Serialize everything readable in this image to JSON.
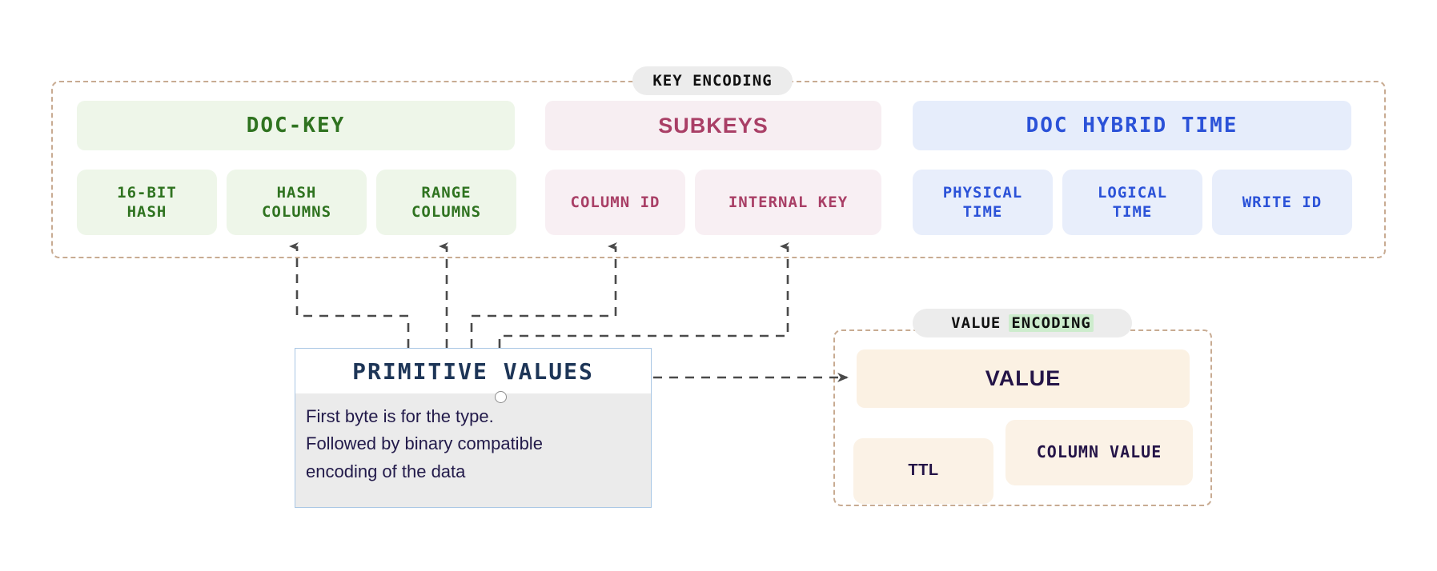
{
  "key_encoding": {
    "label": "KEY ENCODING",
    "sections": [
      {
        "title": "DOC-KEY",
        "color": "#2f7320",
        "children": [
          {
            "label": "16-BIT\nHASH"
          },
          {
            "label": "HASH\nCOLUMNS"
          },
          {
            "label": "RANGE\nCOLUMNS"
          }
        ]
      },
      {
        "title": "SUBKEYS",
        "color": "#a93f66",
        "children": [
          {
            "label": "COLUMN ID"
          },
          {
            "label": "INTERNAL KEY"
          }
        ]
      },
      {
        "title": "DOC HYBRID TIME",
        "color": "#2b52d8",
        "children": [
          {
            "label": "PHYSICAL\nTIME"
          },
          {
            "label": "LOGICAL\nTIME"
          },
          {
            "label": "WRITE ID"
          }
        ]
      }
    ]
  },
  "value_encoding": {
    "label_part1": "VALUE",
    "label_part2": "ENCODING",
    "highlight_color": "#cdeccd",
    "header": "VALUE",
    "children": [
      {
        "label": "TTL"
      },
      {
        "label": "COLUMN VALUE"
      }
    ]
  },
  "primitive_values": {
    "title": "PRIMITIVE VALUES",
    "body_line1": "First byte is for the type.",
    "body_line2": "Followed by binary compatible",
    "body_line3": "encoding of the data",
    "border_color": "#a8c6e4",
    "title_color": "#1d3557"
  },
  "palette": {
    "container_border": "#c8ab92",
    "wire": "#4a4a4a",
    "label_pill": "#ececec"
  }
}
